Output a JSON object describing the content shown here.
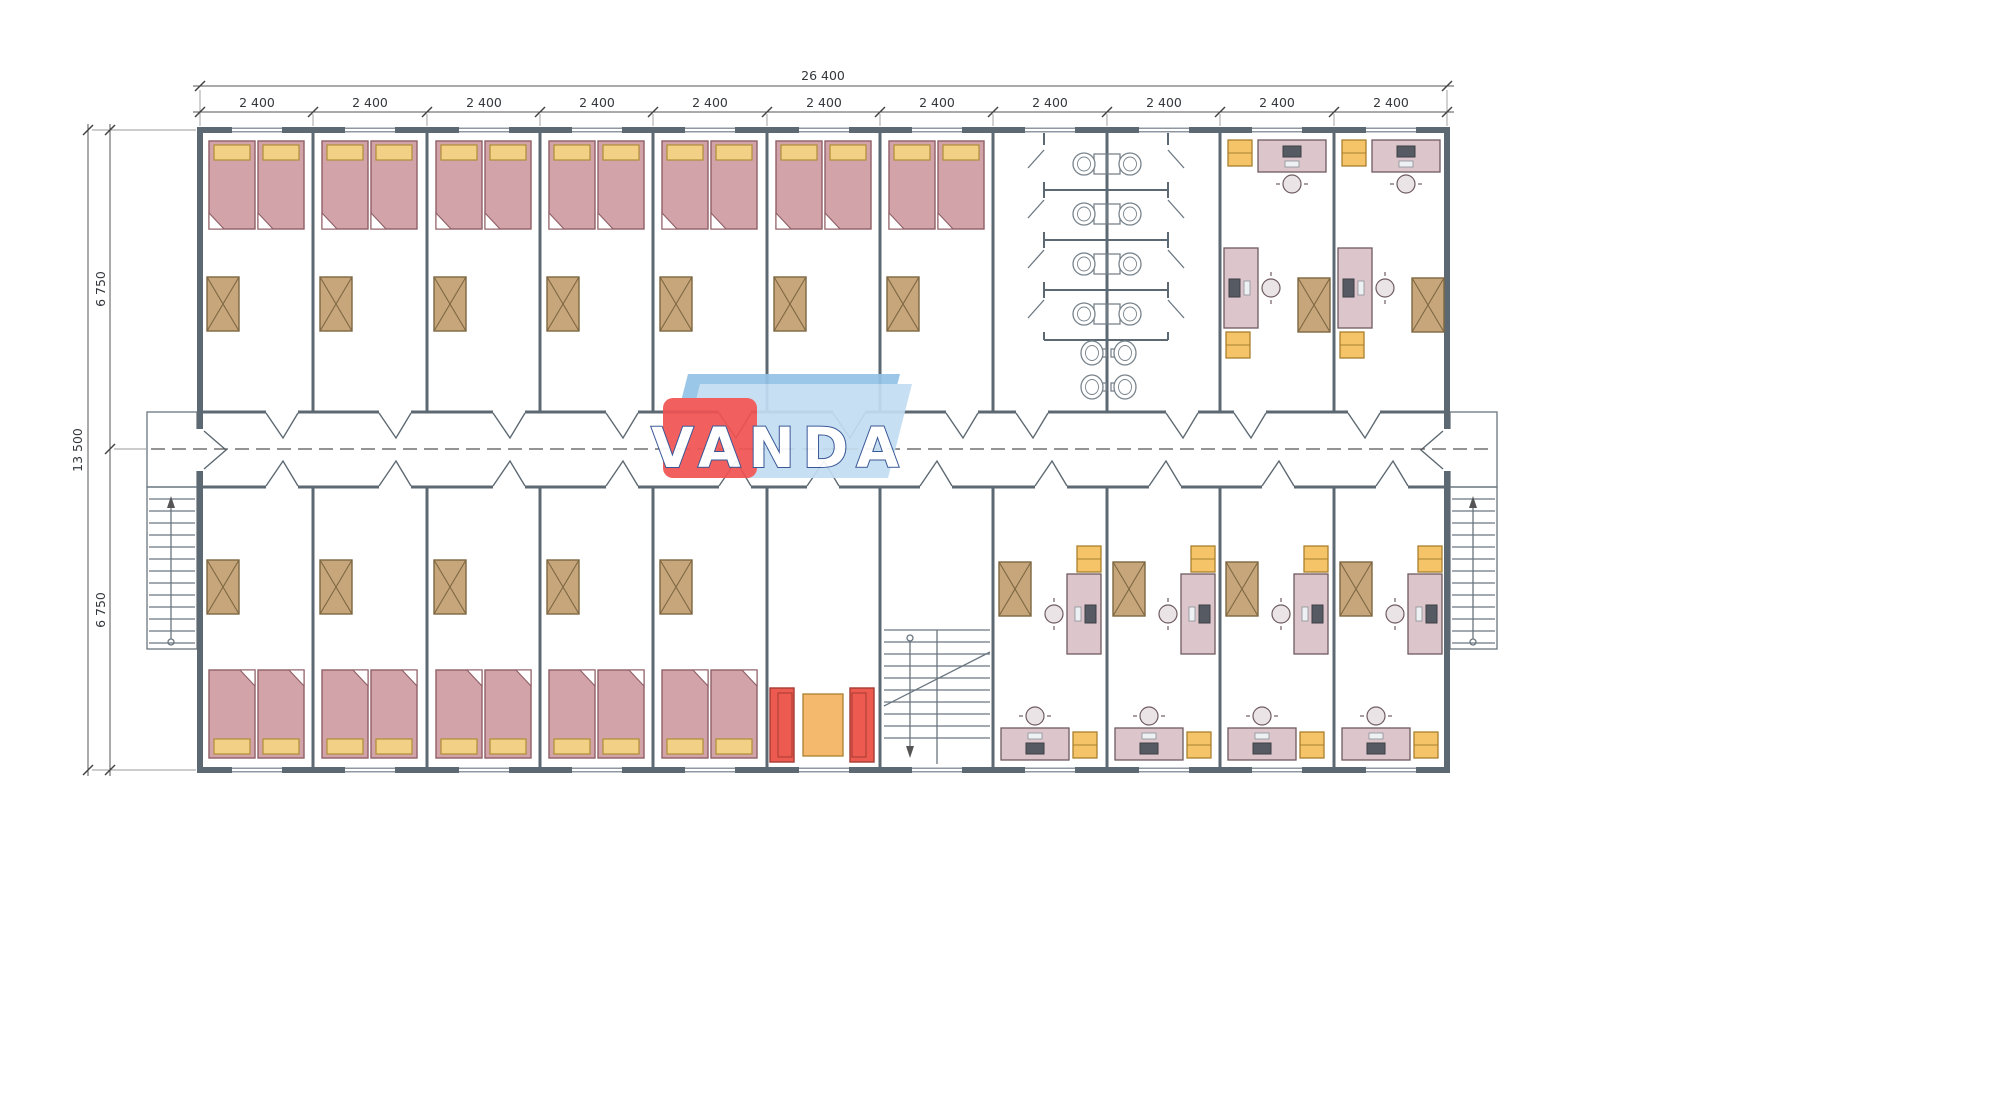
{
  "page": {
    "background": "#ffffff"
  },
  "logo": {
    "text": "VANDA"
  },
  "dimensions": {
    "total_width": "26 400",
    "total_height": "13 500",
    "half_top": "6 750",
    "half_bottom": "6 750",
    "segments": [
      "2 400",
      "2 400",
      "2 400",
      "2 400",
      "2 400",
      "2 400",
      "2 400",
      "2 400",
      "2 400",
      "2 400",
      "2 400"
    ]
  },
  "colors": {
    "wall": "#5d6972",
    "line": "#6a7680",
    "dim_text": "#33383d",
    "bed": "#d2a3a9",
    "bed_outline": "#8f5f66",
    "pillow": "#f2d186",
    "pillow_outline": "#b08d35",
    "wardrobe": "#c7a67b",
    "wardrobe_outline": "#7d6742",
    "desk": "#dcc5cb",
    "desk_outline": "#6e5b60",
    "cabinet": "#f5c469",
    "cabinet_outline": "#a97f2e",
    "sofa": "#ed5a4f",
    "sofa_outline": "#a53b33",
    "table": "#f5b96e",
    "table_outline": "#a97f2e",
    "fixture_outline": "#78838b",
    "logo_red": "#f05353",
    "logo_blue_light": "#c3ddf2",
    "logo_blue_dark": "#93c2e6",
    "logo_text_fill": "#ffffff",
    "logo_text_outline": "#2a4b8f"
  }
}
